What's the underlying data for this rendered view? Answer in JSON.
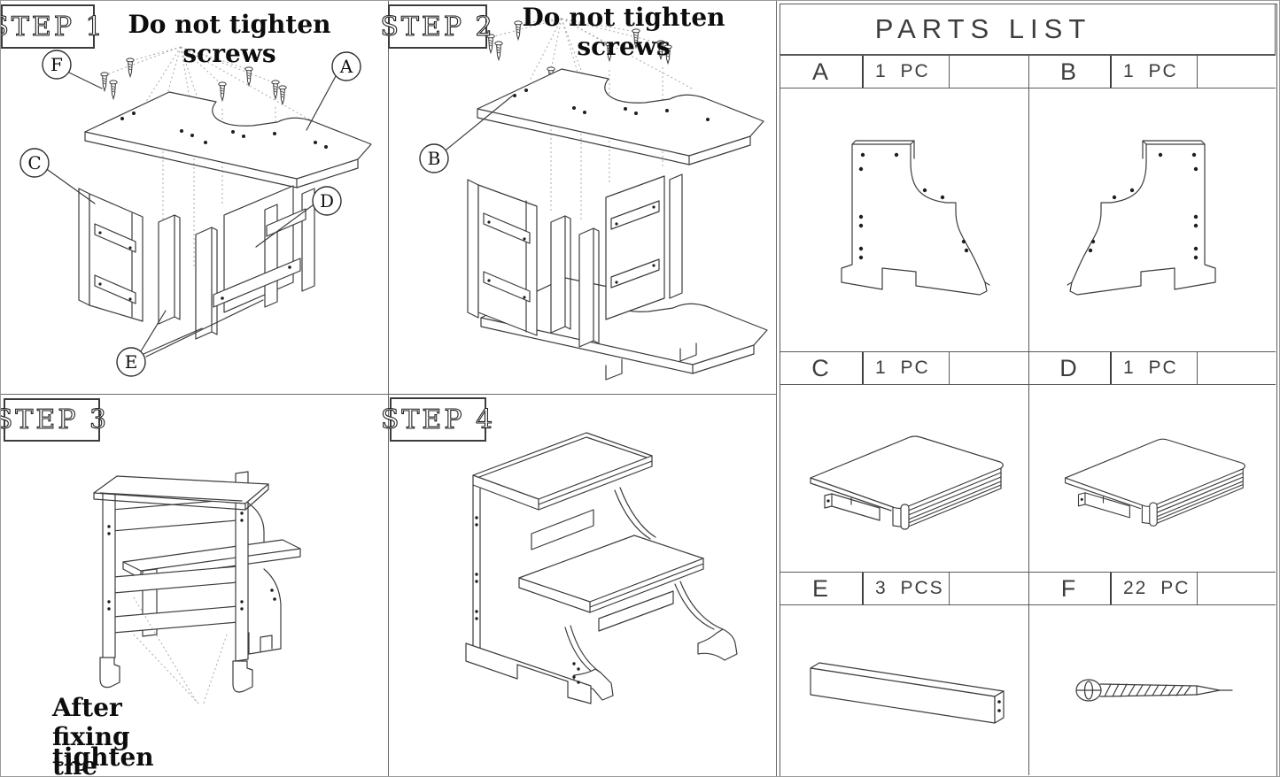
{
  "steps": [
    {
      "label": "STEP 1",
      "note": "Do not tighten screws",
      "callouts": [
        "F",
        "A",
        "C",
        "D",
        "E"
      ]
    },
    {
      "label": "STEP 2",
      "note": "Do not tighten screws",
      "callouts": [
        "B"
      ]
    },
    {
      "label": "STEP 3",
      "note_line1": "After fixing the position",
      "note_line2": "tighten screws"
    },
    {
      "label": "STEP 4"
    }
  ],
  "parts_list": {
    "title": "PARTS LIST",
    "parts": [
      {
        "letter": "A",
        "qty": "1 PC",
        "icon": "side-panel-left-icon"
      },
      {
        "letter": "B",
        "qty": "1 PC",
        "icon": "side-panel-right-icon"
      },
      {
        "letter": "C",
        "qty": "1 PC",
        "icon": "upper-tread-icon"
      },
      {
        "letter": "D",
        "qty": "1 PC",
        "icon": "lower-tread-icon"
      },
      {
        "letter": "E",
        "qty": "3 PCS",
        "icon": "brace-board-icon"
      },
      {
        "letter": "F",
        "qty": "22 PC",
        "icon": "screw-icon"
      }
    ]
  },
  "colors": {
    "line": "#3c3c3c",
    "table_line": "#5a5a5a",
    "text": "#111111"
  }
}
